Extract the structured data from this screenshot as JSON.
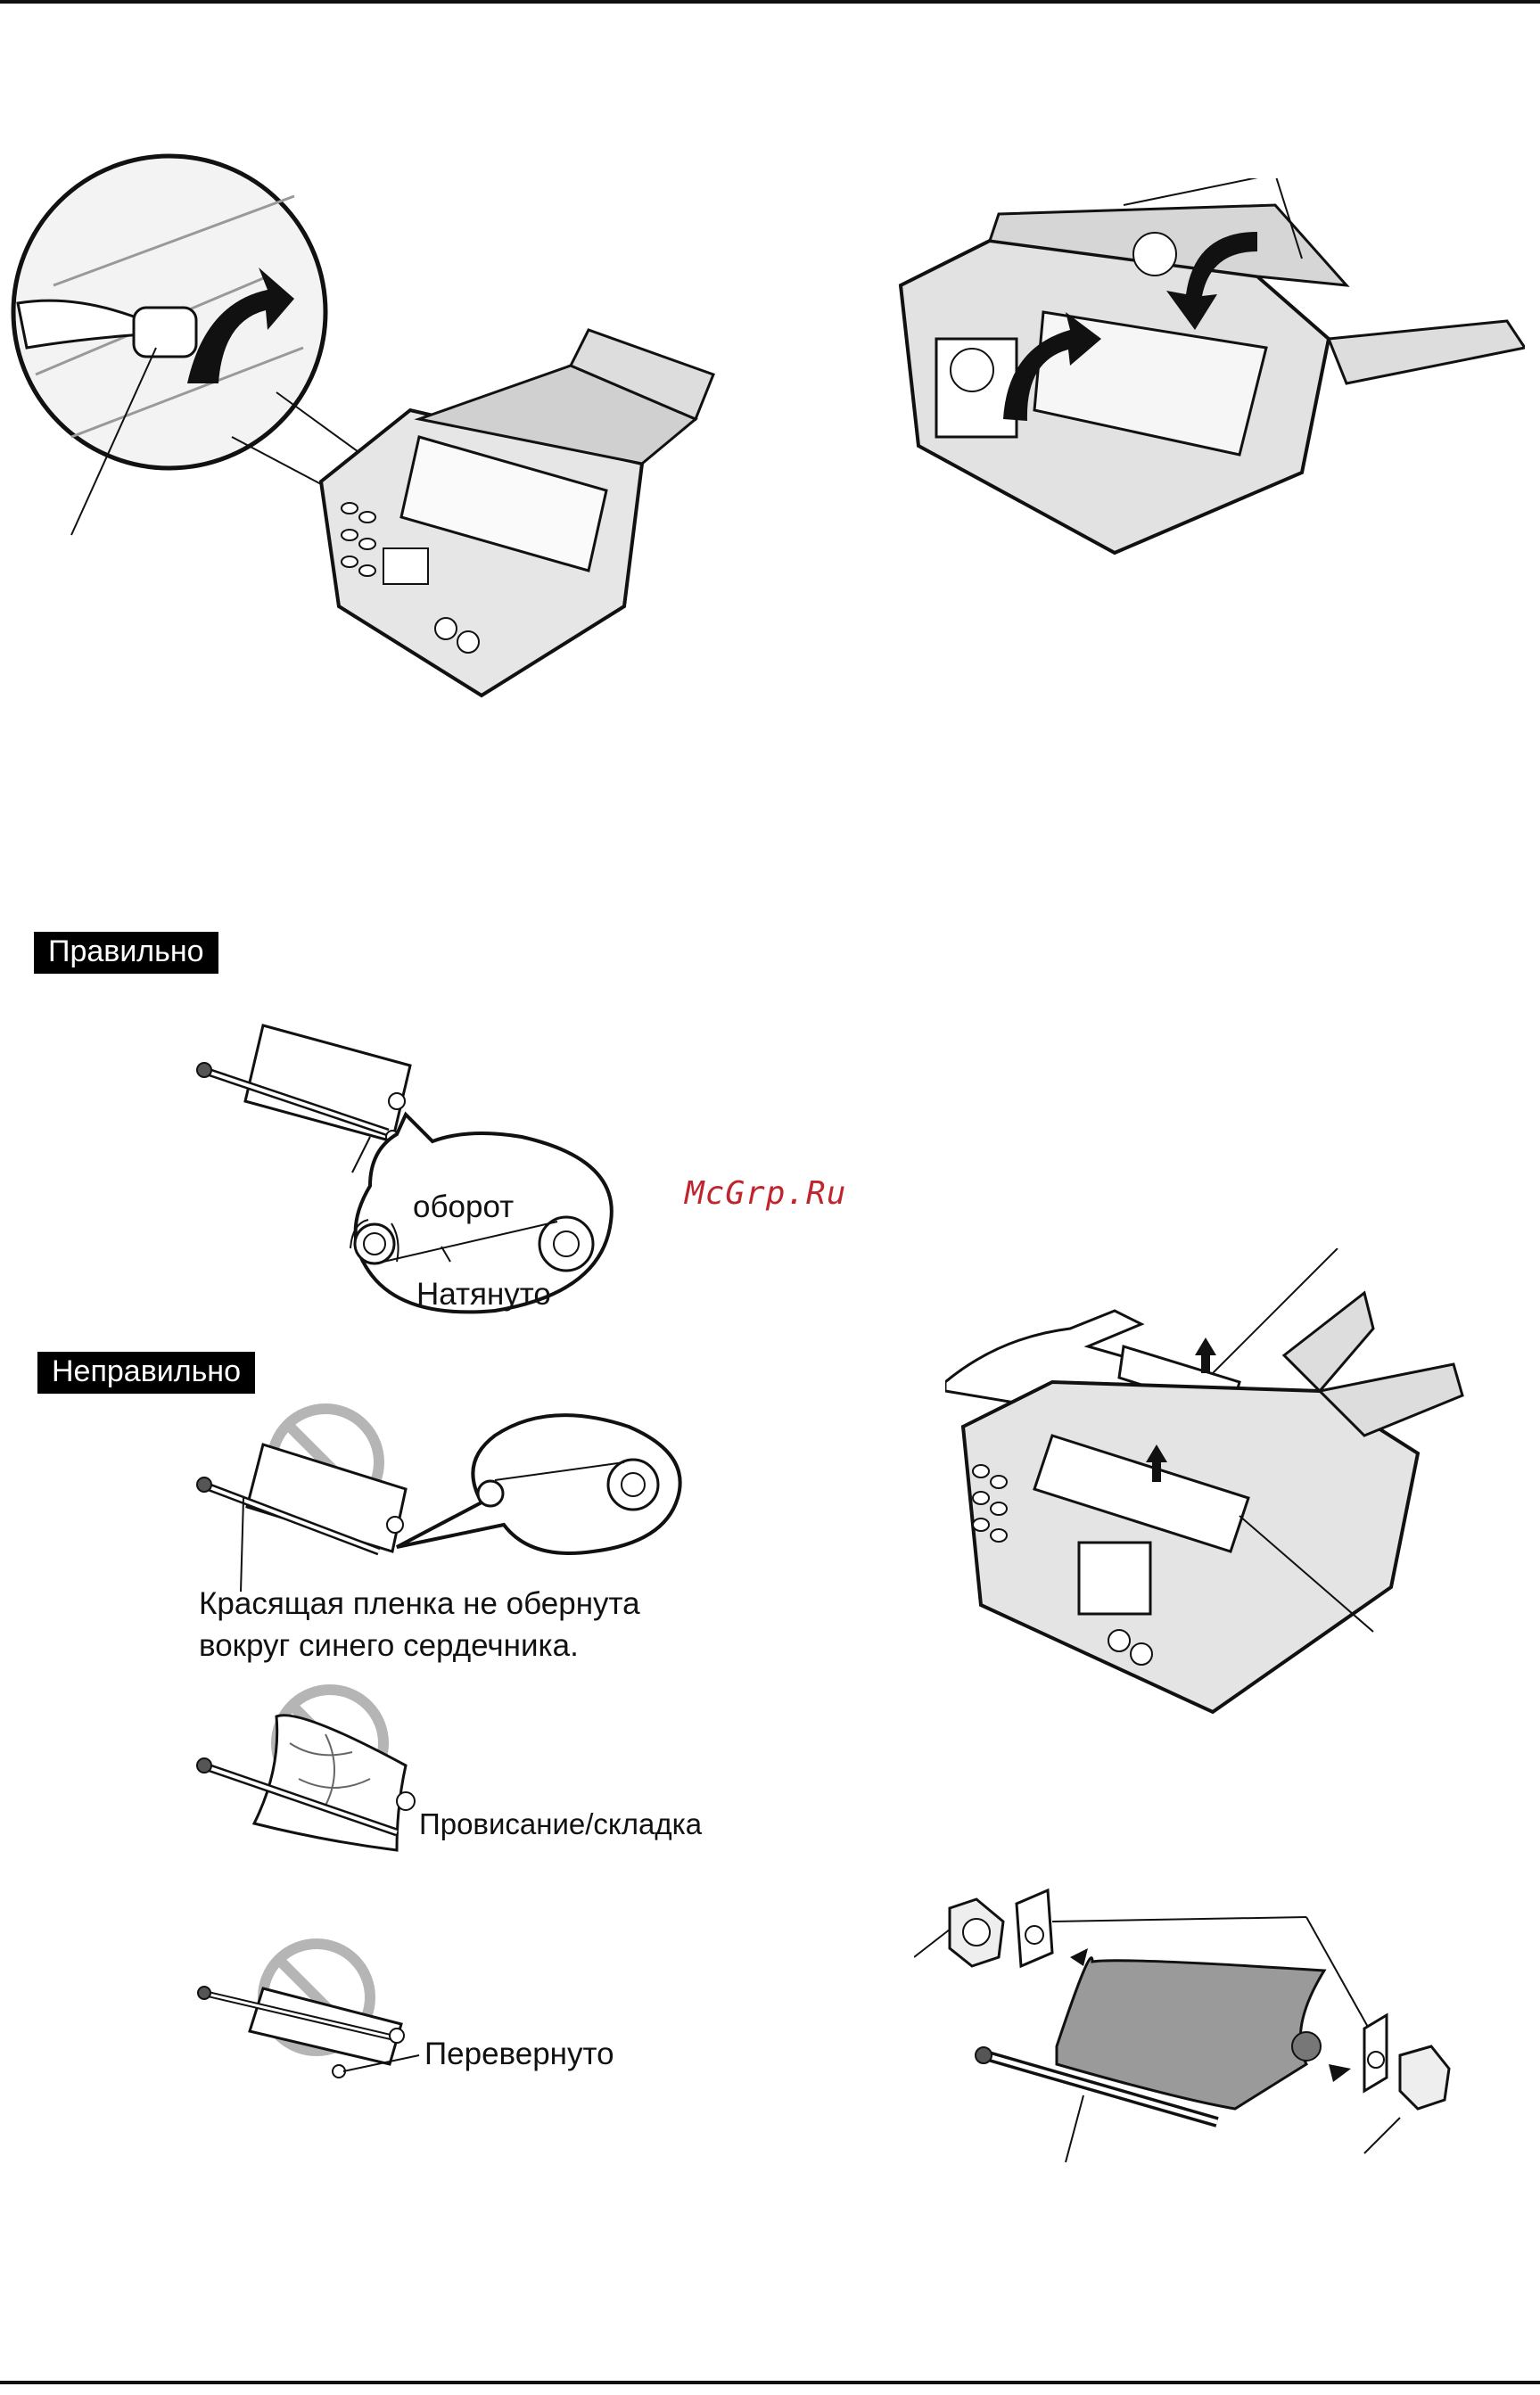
{
  "labels": {
    "correct": "Правильно",
    "incorrect": "Неправильно",
    "rotation": "оборот",
    "tight": "Натянуто",
    "not_wrapped_line1": "Красящая пленка не обернута",
    "not_wrapped_line2": "вокруг синего сердечника.",
    "slack": "Провисание/складка",
    "reversed": "Перевернуто"
  },
  "watermark": "McGrp.Ru",
  "colors": {
    "rule": "#111111",
    "tag_bg": "#000000",
    "tag_text": "#ffffff",
    "prohibition": "#b5b5b5",
    "watermark": "#c0242d",
    "film": "#9a9a9a"
  }
}
